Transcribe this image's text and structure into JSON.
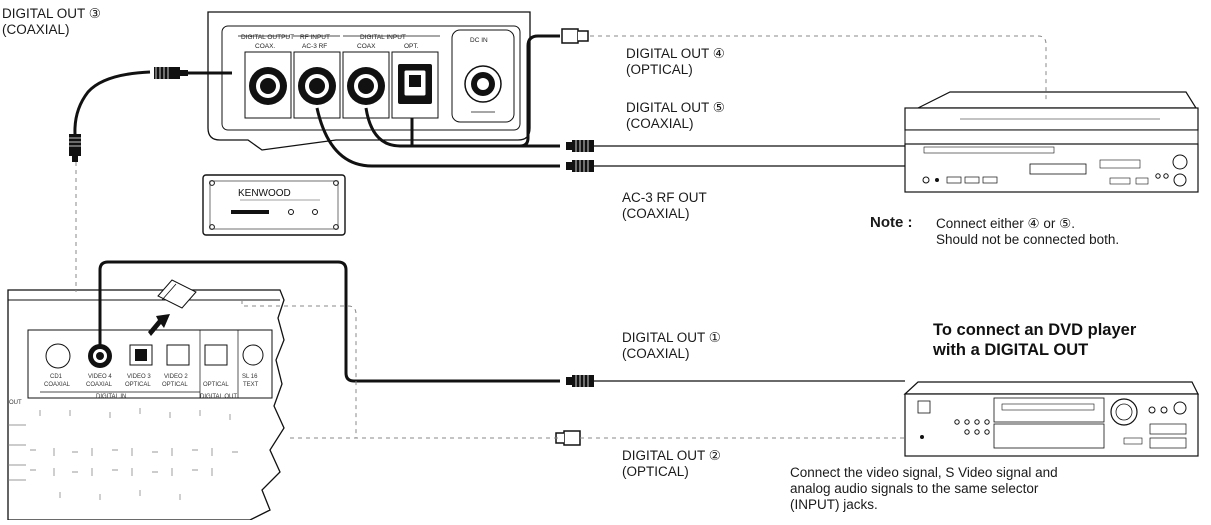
{
  "labels": {
    "digital_out_3": "DIGITAL OUT ③",
    "digital_out_3_type": "(COAXIAL)",
    "digital_out_4": "DIGITAL OUT ④",
    "digital_out_4_type": "(OPTICAL)",
    "digital_out_5": "DIGITAL OUT ⑤",
    "digital_out_5_type": "(COAXIAL)",
    "ac3_rf_out": "AC-3 RF OUT",
    "ac3_rf_out_type": "(COAXIAL)",
    "digital_out_1": "DIGITAL OUT ①",
    "digital_out_1_type": "(COAXIAL)",
    "digital_out_2": "DIGITAL OUT ②",
    "digital_out_2_type": "(OPTICAL)"
  },
  "note": {
    "prefix": "Note :",
    "line1": "Connect either ④ or ⑤.",
    "line2": "Should not be connected both."
  },
  "dvd_section": {
    "heading_line1": "To connect an DVD player",
    "heading_line2": "with a DIGITAL OUT",
    "description_line1": "Connect the video signal, S Video signal and",
    "description_line2": "analog audio signals to the same selector",
    "description_line3": "(INPUT) jacks."
  },
  "decoder_panel": {
    "digital_output": "DIGITAL OUTPUT",
    "rf_input": "RF INPUT",
    "digital_input": "DIGITAL INPUT",
    "coax": "COAX.",
    "ac3_rf": "AC-3 RF",
    "coax2": "COAX",
    "opt": "OPT.",
    "dc_in": "DC IN"
  },
  "decoder_unit": {
    "brand": "KENWOOD"
  },
  "receiver_panel": {
    "cd1": "CD1",
    "coaxial": "COAXIAL",
    "video4": "VIDEO 4",
    "video4_type": "COAXIAL",
    "video3": "VIDEO 3",
    "video3_type": "OPTICAL",
    "video2": "VIDEO 2",
    "video2_type": "OPTICAL",
    "optical": "OPTICAL",
    "sl16": "SL 16",
    "text": "TEXT",
    "digital_in": "DIGITAL IN",
    "digital_out": "DIGITAL OUT",
    "side_out": "OUT"
  },
  "colors": {
    "line": "#111111",
    "dashed": "#888888"
  }
}
